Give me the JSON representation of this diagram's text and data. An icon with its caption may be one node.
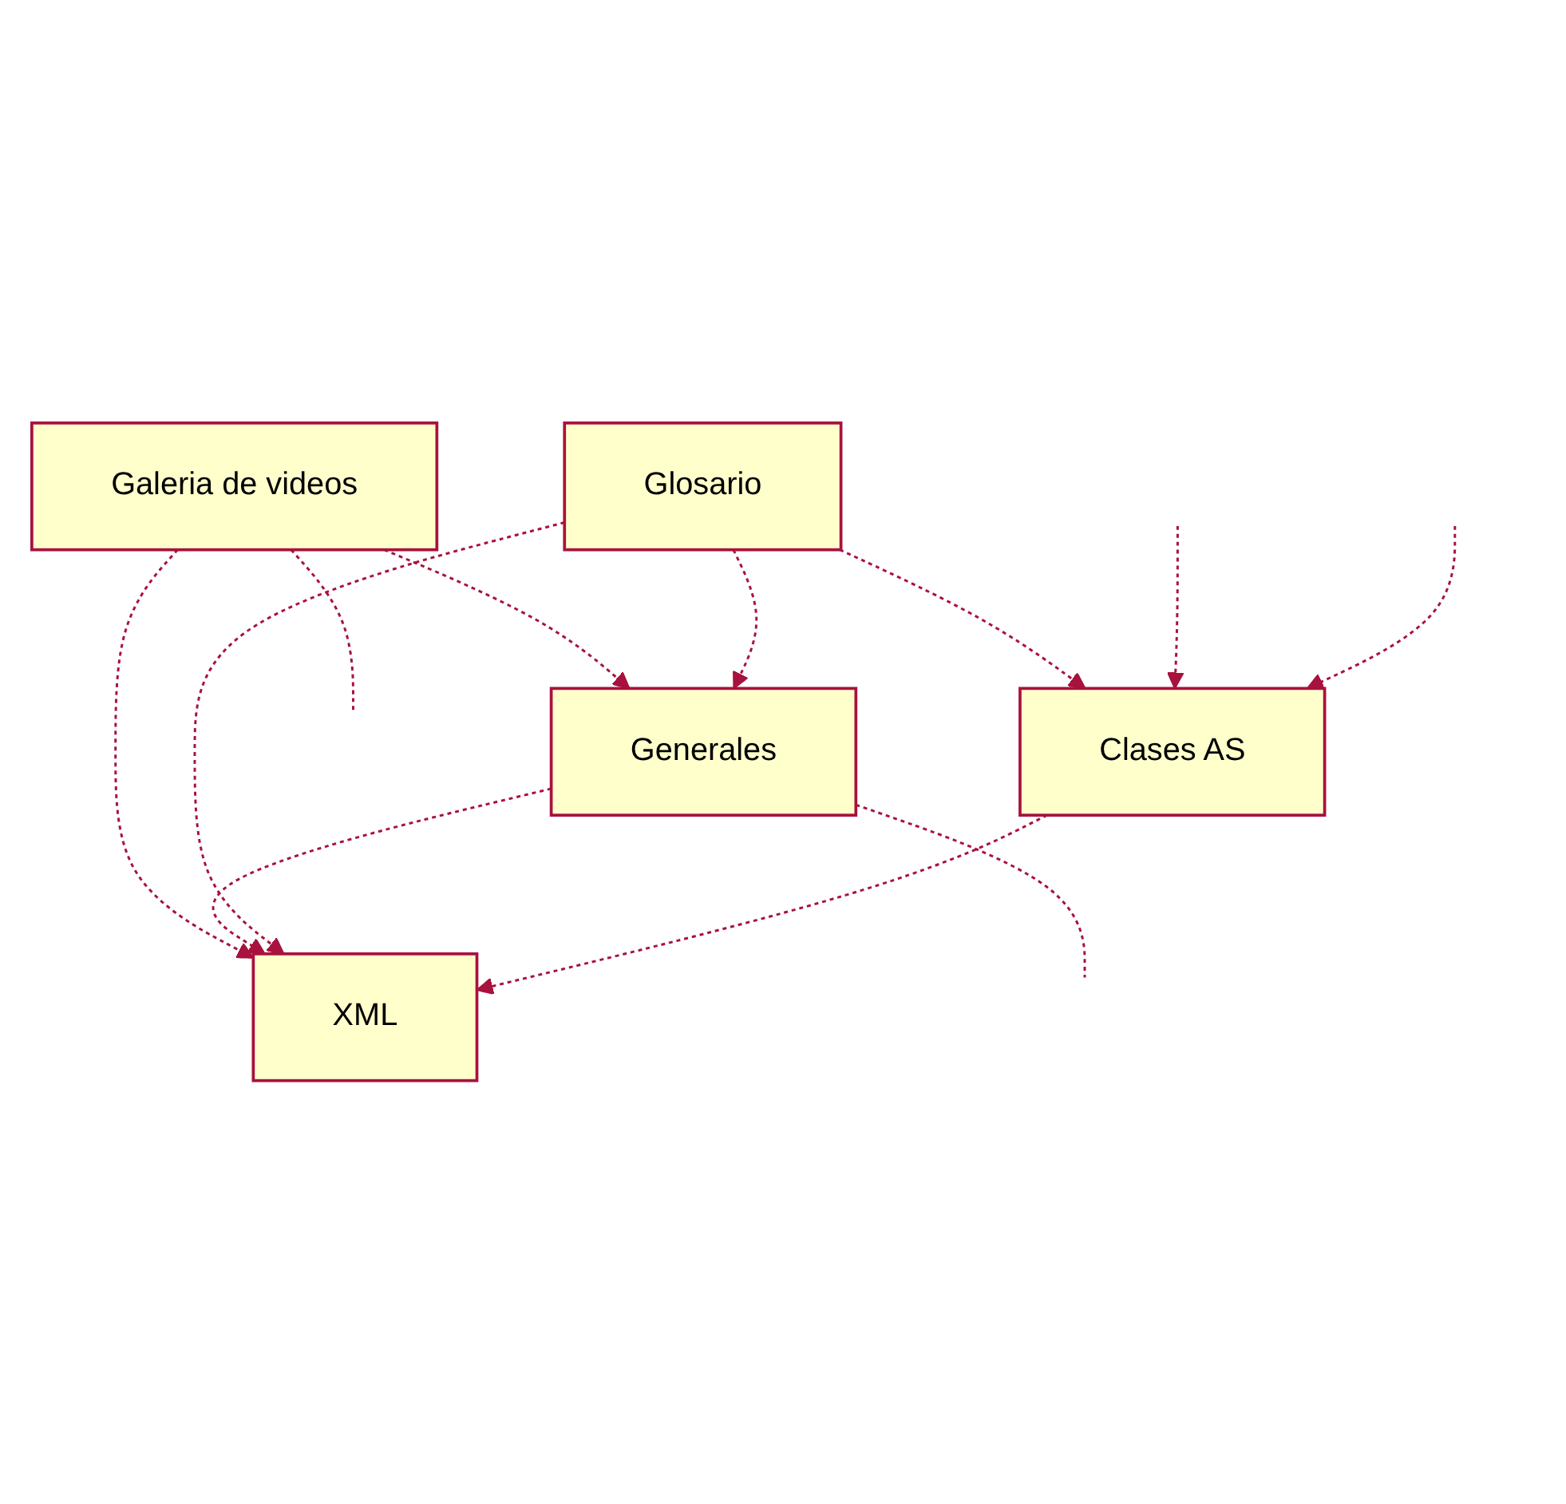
{
  "diagram": {
    "nodes": [
      {
        "text": [
          "Galeria de videos"
        ]
      },
      {
        "text": [
          "Generales"
        ]
      },
      {
        "text": [
          "XML"
        ]
      },
      {
        "text": [
          "Glosario"
        ]
      },
      {
        "text": [
          "Clases AS"
        ]
      }
    ],
    "edges": [
      {
        "from": 0,
        "to": 1,
        "arrow": "to",
        "style": "dashed"
      },
      {
        "from": 0,
        "to": null,
        "arrow": "none",
        "style": "dashed"
      },
      {
        "from": 0,
        "to": 2,
        "arrow": "to",
        "style": "dashed"
      },
      {
        "from": 1,
        "to": 2,
        "arrow": "to",
        "style": "dashed"
      },
      {
        "from": 3,
        "to": 2,
        "arrow": "to",
        "style": "dashed"
      },
      {
        "from": 4,
        "to": 2,
        "arrow": "to",
        "style": "dashed"
      },
      {
        "from": 3,
        "to": 1,
        "arrow": "to",
        "style": "dashed"
      },
      {
        "from": 3,
        "to": 4,
        "arrow": "to",
        "style": "dashed"
      },
      {
        "from": null,
        "to": 4,
        "arrow": "to",
        "style": "dashed"
      },
      {
        "from": null,
        "to": 4,
        "arrow": "to",
        "style": "dashed"
      },
      {
        "from": 1,
        "to": null,
        "arrow": "none",
        "style": "dashed"
      }
    ]
  }
}
